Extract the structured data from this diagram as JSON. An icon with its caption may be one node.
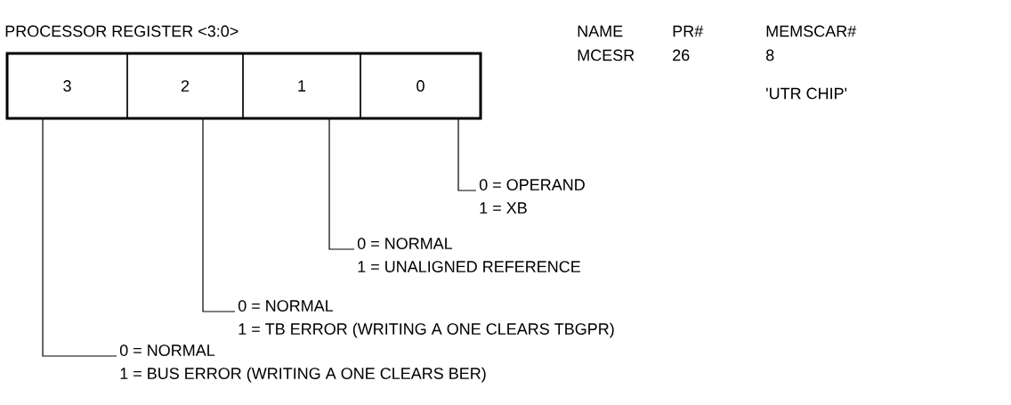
{
  "diagram": {
    "title": "PROCESSOR REGISTER <3:0>",
    "nodes": [
      {
        "text": [
          "3"
        ]
      },
      {
        "text": [
          "2"
        ]
      },
      {
        "text": [
          "1"
        ]
      },
      {
        "text": [
          "0"
        ]
      },
      {
        "text": [
          "0 = OPERAND",
          "1 = XB"
        ]
      },
      {
        "text": [
          "0 = NORMAL",
          "1 = UNALIGNED REFERENCE"
        ]
      },
      {
        "text": [
          "0 = NORMAL",
          "1 = TB ERROR (WRITING A ONE CLEARS TBGPR)"
        ]
      },
      {
        "text": [
          "0 = NORMAL",
          "1 = BUS ERROR (WRITING A ONE CLEARS BER)"
        ]
      }
    ],
    "edges": [
      {
        "from": 3,
        "to": 4,
        "arrow": "none"
      },
      {
        "from": 2,
        "to": 5,
        "arrow": "none"
      },
      {
        "from": 1,
        "to": 6,
        "arrow": "none"
      },
      {
        "from": 0,
        "to": 7,
        "arrow": "none"
      }
    ],
    "labels": [
      "NAME",
      "PR#",
      "MEMSCAR#",
      "MCESR",
      "26",
      "8",
      "'UTR CHIP'"
    ]
  }
}
